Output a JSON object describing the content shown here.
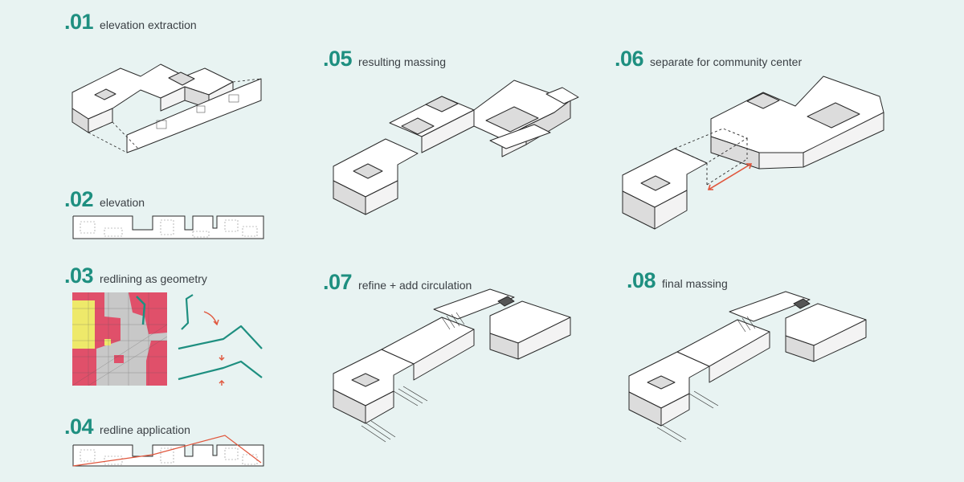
{
  "steps": [
    {
      "num": ".01",
      "label": "elevation extraction"
    },
    {
      "num": ".02",
      "label": "elevation"
    },
    {
      "num": ".03",
      "label": "redlining as geometry"
    },
    {
      "num": ".04",
      "label": "redline application"
    },
    {
      "num": ".05",
      "label": "resulting massing"
    },
    {
      "num": ".06",
      "label": "separate for community center"
    },
    {
      "num": ".07",
      "label": "refine + add circulation"
    },
    {
      "num": ".08",
      "label": "final massing"
    }
  ],
  "colors": {
    "accent": "#1e8f80",
    "redline": "#e0553b",
    "map_red": "#e0506a",
    "map_yellow": "#eee96a",
    "map_gray": "#c8c8c8",
    "line": "#2a2a2a",
    "face_top": "#ffffff",
    "face_side": "#dcdcdc",
    "background": "#e8f3f2"
  }
}
